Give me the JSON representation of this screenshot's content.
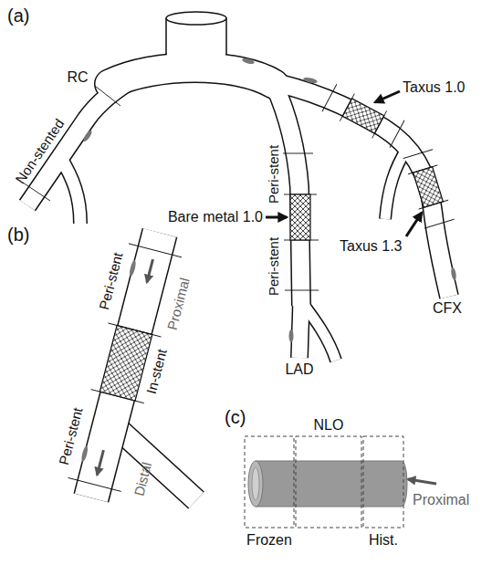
{
  "diagram": {
    "labels": [
      "(a)",
      "RC",
      "Non-stented",
      "Peri-stent",
      "Peri-stent",
      "Bare metal 1.0",
      "Taxus 1.0",
      "Taxus 1.3",
      "LAD",
      "CFX",
      "(b)",
      "Proximal",
      "Peri-stent",
      "In-stent",
      "Peri-stent",
      "Distal",
      "(c)",
      "NLO",
      "Frozen",
      "Hist.",
      "Proximal"
    ]
  }
}
